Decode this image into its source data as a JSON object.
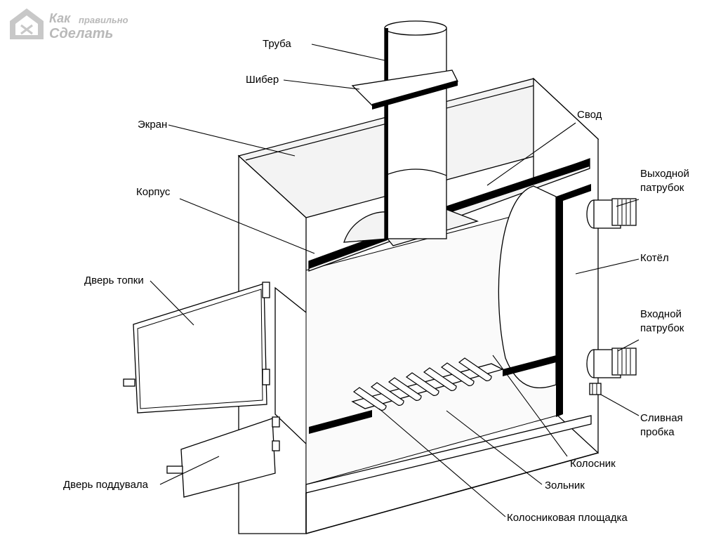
{
  "watermark": {
    "line1": "Как",
    "line1_small": "правильно",
    "line2": "Сделать",
    "icon": "house-icon"
  },
  "labels": {
    "truba": "Труба",
    "shiber": "Шибер",
    "ekran": "Экран",
    "svod": "Свод",
    "korpus": "Корпус",
    "vyhodnoy_1": "Выходной",
    "vyhodnoy_2": "патрубок",
    "kotel": "Котёл",
    "dver_topki": "Дверь топки",
    "vhodnoy_1": "Входной",
    "vhodnoy_2": "патрубок",
    "slivnaya_1": "Сливная",
    "slivnaya_2": "пробка",
    "kolosnik": "Колосник",
    "dver_podduvala": "Дверь поддувала",
    "zolnik": "Зольник",
    "kolosnikovaya": "Колосниковая площадка"
  },
  "colors": {
    "line": "#000000",
    "background": "#ffffff",
    "watermark": "#b9b9b9"
  }
}
